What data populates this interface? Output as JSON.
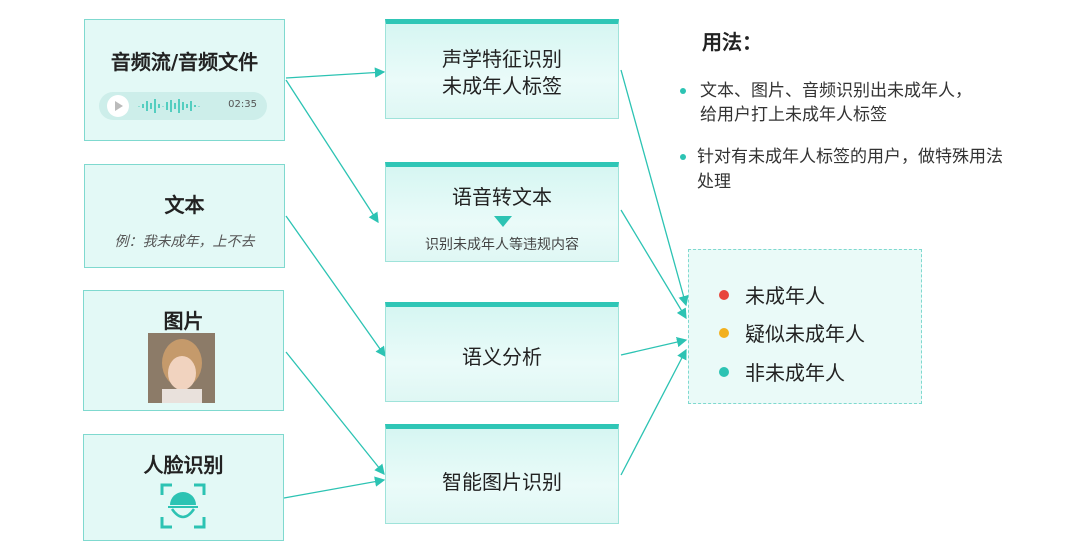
{
  "inputs": {
    "audio": {
      "title": "音频流/音频文件",
      "time": "02:35"
    },
    "text": {
      "title": "文本",
      "example": "例：我未成年，上不去"
    },
    "image": {
      "title": "图片"
    },
    "face": {
      "title": "人脸识别"
    }
  },
  "processes": {
    "acoustic": {
      "line1": "声学特征识别",
      "line2": "未成年人标签"
    },
    "asr": {
      "title": "语音转文本",
      "sub": "识别未成年人等违规内容"
    },
    "semantic": {
      "title": "语义分析"
    },
    "image_rec": {
      "title": "智能图片识别"
    }
  },
  "results": [
    {
      "label": "未成年人",
      "color": "#e8453c"
    },
    {
      "label": "疑似未成年人",
      "color": "#f2b01e"
    },
    {
      "label": "非未成年人",
      "color": "#2cc3b3"
    }
  ],
  "usage": {
    "title": "用法：",
    "items": [
      {
        "line1": "文本、图片、音频识别出未成年人，",
        "line2": "给用户打上未成年人标签"
      },
      {
        "line1": "针对有未成年人标签的用户，做特殊用法",
        "line2": "处理"
      }
    ]
  },
  "colors": {
    "accent": "#2cc3b3",
    "box_fill": "#e3f9f6"
  },
  "icons": {
    "play": "play-icon",
    "face": "face-scan-icon",
    "photo": "portrait-photo"
  }
}
